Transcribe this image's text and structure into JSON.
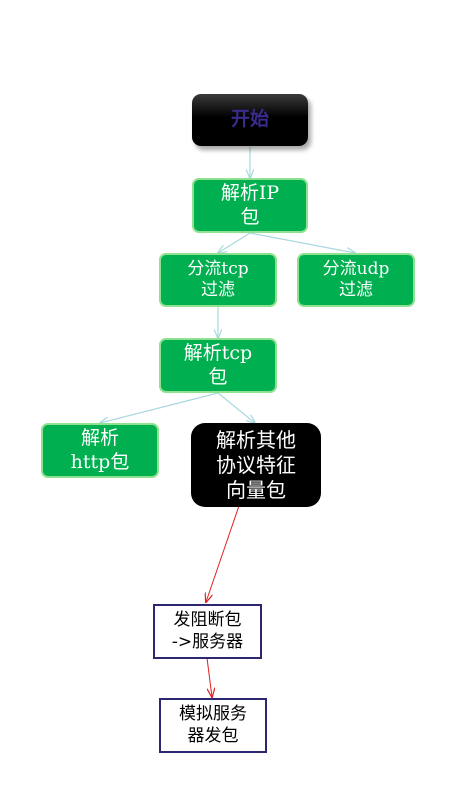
{
  "nodes": {
    "start": "开始",
    "parse_ip": [
      "解析IP",
      "包"
    ],
    "split_tcp": [
      "分流tcp",
      "过滤"
    ],
    "split_udp": [
      "分流udp",
      "过滤"
    ],
    "parse_tcp": [
      "解析tcp",
      "包"
    ],
    "parse_http": [
      "解析",
      "http包"
    ],
    "parse_other": [
      "解析其他",
      "协议特征",
      "向量包"
    ],
    "send_block": [
      "发阻断包",
      "->服务器"
    ],
    "simulate": [
      "模拟服务",
      "器发包"
    ]
  },
  "colors": {
    "process_fill": "#00b050",
    "process_border": "#8fe08f",
    "start_text": "#3b2a8c",
    "flow_arrow": "#a8d8e0",
    "action_arrow": "#e02020",
    "action_border": "#2b2870"
  }
}
